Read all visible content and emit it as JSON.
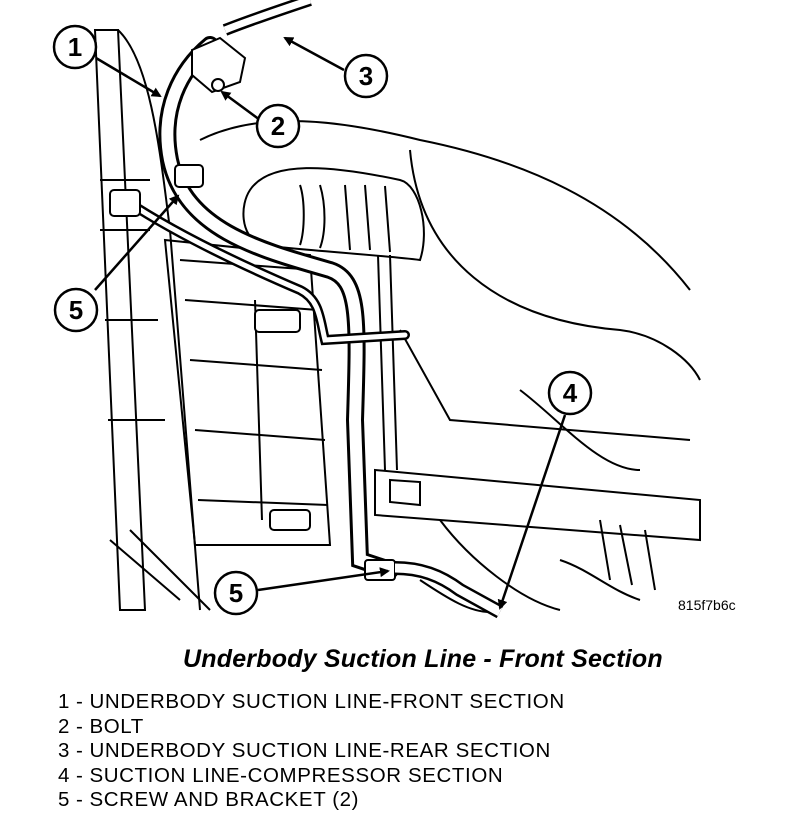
{
  "figure": {
    "reference_code": "815f7b6c",
    "callouts": [
      {
        "id": "callout-1",
        "label": "1"
      },
      {
        "id": "callout-2",
        "label": "2"
      },
      {
        "id": "callout-3",
        "label": "3"
      },
      {
        "id": "callout-4",
        "label": "4"
      },
      {
        "id": "callout-5a",
        "label": "5"
      },
      {
        "id": "callout-5b",
        "label": "5"
      }
    ]
  },
  "caption": "Underbody Suction Line - Front Section",
  "legend": [
    {
      "num": "1",
      "text": "UNDERBODY SUCTION LINE-FRONT SECTION"
    },
    {
      "num": "2",
      "text": "BOLT"
    },
    {
      "num": "3",
      "text": "UNDERBODY SUCTION LINE-REAR SECTION"
    },
    {
      "num": "4",
      "text": "SUCTION LINE-COMPRESSOR SECTION"
    },
    {
      "num": "5",
      "text": "SCREW AND BRACKET (2)"
    }
  ]
}
